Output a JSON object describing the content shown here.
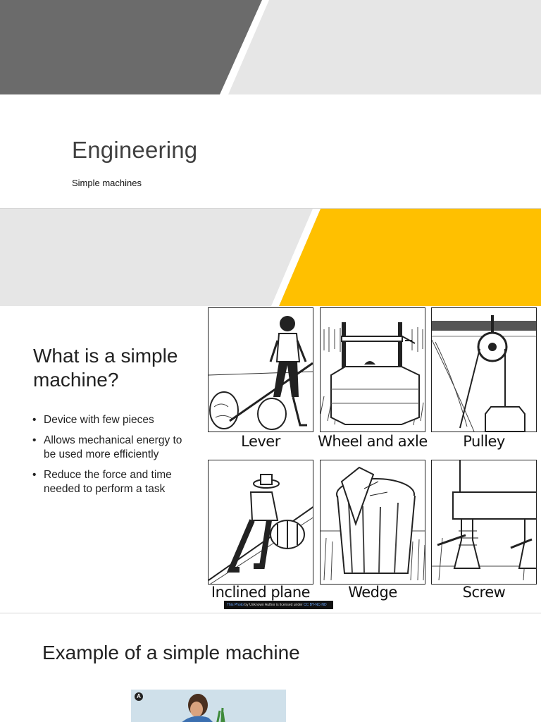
{
  "colors": {
    "dark_gray": "#6b6b6b",
    "light_gray": "#e6e6e6",
    "accent_yellow": "#ffc000"
  },
  "slide1": {
    "title": "Engineering",
    "subtitle": "Simple machines"
  },
  "slide2": {
    "title": "What is a simple machine?",
    "bullet_glyph": "•",
    "bullets": [
      "Device with few pieces",
      "Allows mechanical energy to be used more efficiently",
      "Reduce the force and time needed to perform a task"
    ],
    "machines": [
      {
        "label": "Lever",
        "icon": "lever-illustration"
      },
      {
        "label": "Wheel and axle",
        "icon": "wheel-and-axle-illustration"
      },
      {
        "label": "Pulley",
        "icon": "pulley-illustration"
      },
      {
        "label": "Inclined plane",
        "icon": "inclined-plane-illustration"
      },
      {
        "label": "Wedge",
        "icon": "wedge-illustration"
      },
      {
        "label": "Screw",
        "icon": "screw-illustration"
      }
    ],
    "credit": {
      "link": "This Photo",
      "text": " by Unknown Author is licensed under ",
      "license": "CC BY-NC-ND"
    }
  },
  "slide3": {
    "title": "Example of a simple machine",
    "photo_badge": "A"
  }
}
